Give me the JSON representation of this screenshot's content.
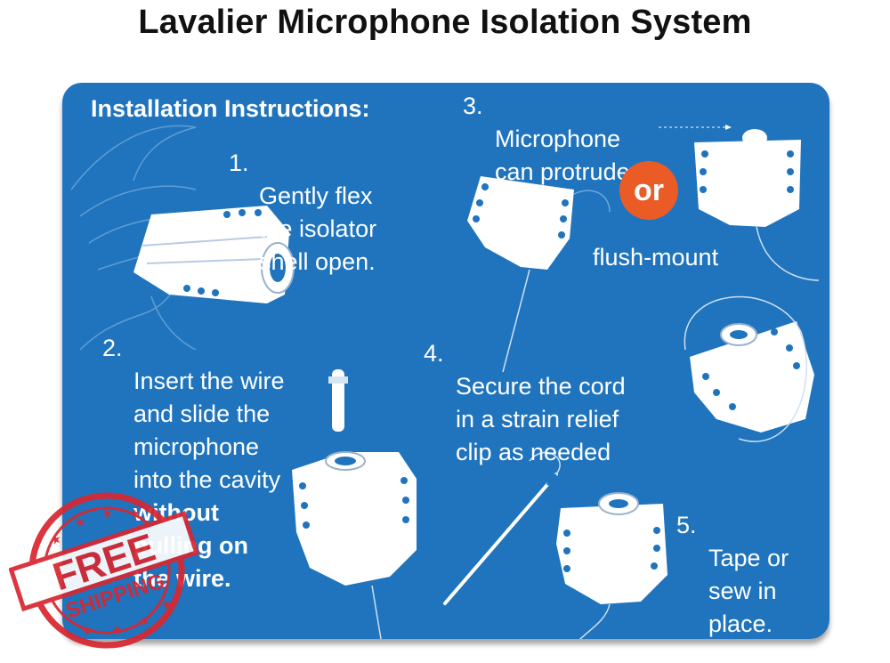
{
  "title": "Lavalier Microphone Isolation System",
  "panel": {
    "heading": "Installation Instructions:",
    "steps": [
      {
        "number": "1.",
        "lines": [
          "Gently flex",
          "the isolator",
          "shell open."
        ]
      },
      {
        "number": "2.",
        "lines": [
          "Insert the wire",
          "and slide the",
          "microphone",
          "into the cavity"
        ],
        "bold_lines": [
          "without",
          "pulling on",
          "the wire."
        ]
      },
      {
        "number": "3.",
        "lines": [
          "Microphone",
          "can protrude"
        ]
      },
      {
        "number": "4.",
        "lines": [
          "Secure the cord",
          "in a strain relief",
          "clip as needed"
        ]
      },
      {
        "number": "5.",
        "lines": [
          "Tape or",
          "sew in",
          "place."
        ]
      }
    ],
    "or_label": "or",
    "flush_label": "flush-mount"
  },
  "stamp": {
    "line1": "FREE",
    "line2": "SHIPPING"
  },
  "colors": {
    "panel": "#1f74bd",
    "or_badge": "#ea5b26",
    "stamp": "#d8262f"
  }
}
